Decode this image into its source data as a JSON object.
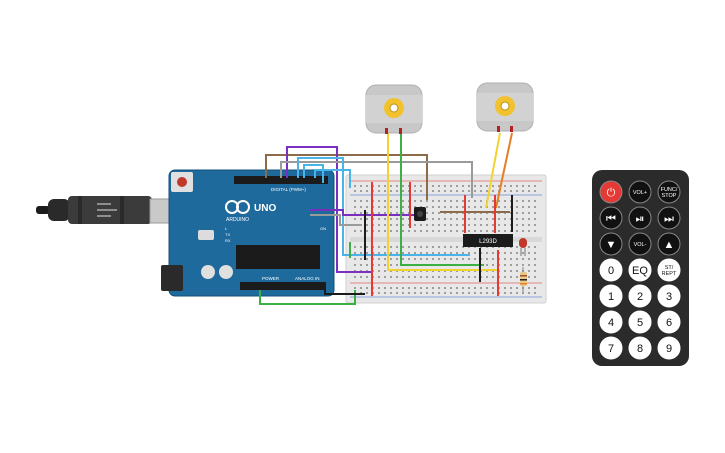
{
  "arduino": {
    "logo_text": "ARDUINO",
    "model": "UNO",
    "digital_label": "DIGITAL (PWM~)",
    "power_label": "POWER",
    "analog_label": "ANALOG IN",
    "tx_label": "TX",
    "rx_label": "RX",
    "l_label": "L",
    "on_label": "ON"
  },
  "breadboard": {
    "ic_label": "L293D"
  },
  "remote": {
    "buttons": [
      {
        "id": "power",
        "label": "⏻",
        "icon": "power-icon"
      },
      {
        "id": "vol-up",
        "label": "VOL+"
      },
      {
        "id": "func-stop",
        "label": "FUNC/\nSTOP"
      },
      {
        "id": "prev",
        "label": "⏮",
        "icon": "skip-back-icon"
      },
      {
        "id": "play-pause",
        "label": "⏯",
        "icon": "play-pause-icon"
      },
      {
        "id": "next",
        "label": "⏭",
        "icon": "skip-forward-icon"
      },
      {
        "id": "down",
        "label": "▼",
        "icon": "arrow-down-icon"
      },
      {
        "id": "vol-down",
        "label": "VOL-"
      },
      {
        "id": "up",
        "label": "▲",
        "icon": "arrow-up-icon"
      },
      {
        "id": "zero",
        "label": "0"
      },
      {
        "id": "eq",
        "label": "EQ"
      },
      {
        "id": "st-rept",
        "label": "ST/\nREPT"
      },
      {
        "id": "one",
        "label": "1"
      },
      {
        "id": "two",
        "label": "2"
      },
      {
        "id": "three",
        "label": "3"
      },
      {
        "id": "four",
        "label": "4"
      },
      {
        "id": "five",
        "label": "5"
      },
      {
        "id": "six",
        "label": "6"
      },
      {
        "id": "seven",
        "label": "7"
      },
      {
        "id": "eight",
        "label": "8"
      },
      {
        "id": "nine",
        "label": "9"
      }
    ]
  },
  "colors": {
    "arduino_board": "#1e6a9c",
    "breadboard": "#e8e8e8",
    "remote_body": "#2b2b2b",
    "power_button": "#e53935",
    "motor_body": "#c8c8c8",
    "motor_hub": "#f2c12e"
  }
}
